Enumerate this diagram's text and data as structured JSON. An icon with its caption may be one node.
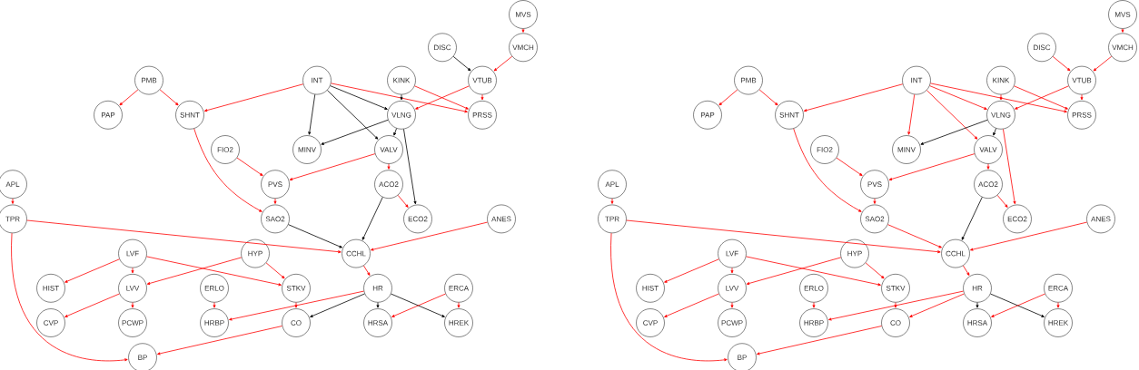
{
  "diagram": {
    "nodes": [
      {
        "text": [
          "MVS"
        ]
      },
      {
        "text": [
          "VMCH"
        ]
      },
      {
        "text": [
          "DISC"
        ]
      },
      {
        "text": [
          "VTUB"
        ]
      },
      {
        "text": [
          "KINK"
        ]
      },
      {
        "text": [
          "INT"
        ]
      },
      {
        "text": [
          "PMB"
        ]
      },
      {
        "text": [
          "PAP"
        ]
      },
      {
        "text": [
          "SHNT"
        ]
      },
      {
        "text": [
          "VLNG"
        ]
      },
      {
        "text": [
          "PRSS"
        ]
      },
      {
        "text": [
          "FIO2"
        ]
      },
      {
        "text": [
          "MINV"
        ]
      },
      {
        "text": [
          "VALV"
        ]
      },
      {
        "text": [
          "APL"
        ]
      },
      {
        "text": [
          "PVS"
        ]
      },
      {
        "text": [
          "ACO2"
        ]
      },
      {
        "text": [
          "TPR"
        ]
      },
      {
        "text": [
          "SAO2"
        ]
      },
      {
        "text": [
          "ECO2"
        ]
      },
      {
        "text": [
          "ANES"
        ]
      },
      {
        "text": [
          "LVF"
        ]
      },
      {
        "text": [
          "HYP"
        ]
      },
      {
        "text": [
          "CCHL"
        ]
      },
      {
        "text": [
          "HIST"
        ]
      },
      {
        "text": [
          "LVV"
        ]
      },
      {
        "text": [
          "ERLO"
        ]
      },
      {
        "text": [
          "STKV"
        ]
      },
      {
        "text": [
          "HR"
        ]
      },
      {
        "text": [
          "ERCA"
        ]
      },
      {
        "text": [
          "CVP"
        ]
      },
      {
        "text": [
          "PCWP"
        ]
      },
      {
        "text": [
          "HRBP"
        ]
      },
      {
        "text": [
          "CO"
        ]
      },
      {
        "text": [
          "HRSA"
        ]
      },
      {
        "text": [
          "HREK"
        ]
      },
      {
        "text": [
          "BP"
        ]
      },
      {
        "text": [
          "MVS"
        ]
      },
      {
        "text": [
          "VMCH"
        ]
      },
      {
        "text": [
          "DISC"
        ]
      },
      {
        "text": [
          "VTUB"
        ]
      },
      {
        "text": [
          "KINK"
        ]
      },
      {
        "text": [
          "INT"
        ]
      },
      {
        "text": [
          "PMB"
        ]
      },
      {
        "text": [
          "PAP"
        ]
      },
      {
        "text": [
          "SHNT"
        ]
      },
      {
        "text": [
          "VLNG"
        ]
      },
      {
        "text": [
          "PRSS"
        ]
      },
      {
        "text": [
          "FIO2"
        ]
      },
      {
        "text": [
          "MINV"
        ]
      },
      {
        "text": [
          "VALV"
        ]
      },
      {
        "text": [
          "APL"
        ]
      },
      {
        "text": [
          "PVS"
        ]
      },
      {
        "text": [
          "ACO2"
        ]
      },
      {
        "text": [
          "TPR"
        ]
      },
      {
        "text": [
          "SAO2"
        ]
      },
      {
        "text": [
          "ECO2"
        ]
      },
      {
        "text": [
          "ANES"
        ]
      },
      {
        "text": [
          "LVF"
        ]
      },
      {
        "text": [
          "HYP"
        ]
      },
      {
        "text": [
          "CCHL"
        ]
      },
      {
        "text": [
          "HIST"
        ]
      },
      {
        "text": [
          "LVV"
        ]
      },
      {
        "text": [
          "ERLO"
        ]
      },
      {
        "text": [
          "STKV"
        ]
      },
      {
        "text": [
          "HR"
        ]
      },
      {
        "text": [
          "ERCA"
        ]
      },
      {
        "text": [
          "CVP"
        ]
      },
      {
        "text": [
          "PCWP"
        ]
      },
      {
        "text": [
          "HRBP"
        ]
      },
      {
        "text": [
          "CO"
        ]
      },
      {
        "text": [
          "HRSA"
        ]
      },
      {
        "text": [
          "HREK"
        ]
      },
      {
        "text": [
          "BP"
        ]
      }
    ],
    "edges": [
      {
        "from": 0,
        "to": 1,
        "arrow": "to"
      },
      {
        "from": 2,
        "to": 3,
        "arrow": "to",
        "color": "#000000"
      },
      {
        "from": 1,
        "to": 3,
        "arrow": "to"
      },
      {
        "from": 6,
        "to": 7,
        "arrow": "to"
      },
      {
        "from": 6,
        "to": 8,
        "arrow": "to"
      },
      {
        "from": 5,
        "to": 8,
        "arrow": "to"
      },
      {
        "from": 5,
        "to": 10,
        "arrow": "to"
      },
      {
        "from": 5,
        "to": 9,
        "arrow": "to",
        "color": "#000000"
      },
      {
        "from": 5,
        "to": 12,
        "arrow": "to",
        "color": "#000000"
      },
      {
        "from": 5,
        "to": 13,
        "arrow": "to",
        "color": "#000000"
      },
      {
        "from": 4,
        "to": 9,
        "arrow": "to",
        "color": "#000000"
      },
      {
        "from": 4,
        "to": 10,
        "arrow": "to"
      },
      {
        "from": 3,
        "to": 9,
        "arrow": "to"
      },
      {
        "from": 3,
        "to": 10,
        "arrow": "to"
      },
      {
        "from": 9,
        "to": 12,
        "arrow": "to",
        "color": "#000000"
      },
      {
        "from": 9,
        "to": 13,
        "arrow": "to",
        "color": "#000000"
      },
      {
        "from": 9,
        "to": 19,
        "arrow": "to",
        "color": "#000000"
      },
      {
        "from": 11,
        "to": 15,
        "arrow": "to"
      },
      {
        "from": 13,
        "to": 15,
        "arrow": "to"
      },
      {
        "from": 13,
        "to": 16,
        "arrow": "to"
      },
      {
        "from": 8,
        "to": 18,
        "arrow": "to"
      },
      {
        "from": 15,
        "to": 18,
        "arrow": "to"
      },
      {
        "from": 16,
        "to": 19,
        "arrow": "to"
      },
      {
        "from": 16,
        "to": 23,
        "arrow": "to",
        "color": "#000000"
      },
      {
        "from": 18,
        "to": 23,
        "arrow": "to",
        "color": "#000000"
      },
      {
        "from": 14,
        "to": 17,
        "arrow": "to"
      },
      {
        "from": 17,
        "to": 23,
        "arrow": "to"
      },
      {
        "from": 17,
        "to": 36,
        "arrow": "to"
      },
      {
        "from": 20,
        "to": 23,
        "arrow": "to"
      },
      {
        "from": 23,
        "to": 28,
        "arrow": "to"
      },
      {
        "from": 21,
        "to": 24,
        "arrow": "to"
      },
      {
        "from": 21,
        "to": 25,
        "arrow": "to"
      },
      {
        "from": 21,
        "to": 27,
        "arrow": "to"
      },
      {
        "from": 22,
        "to": 25,
        "arrow": "to"
      },
      {
        "from": 22,
        "to": 27,
        "arrow": "to"
      },
      {
        "from": 25,
        "to": 30,
        "arrow": "to"
      },
      {
        "from": 25,
        "to": 31,
        "arrow": "to"
      },
      {
        "from": 26,
        "to": 32,
        "arrow": "to"
      },
      {
        "from": 27,
        "to": 33,
        "arrow": "to"
      },
      {
        "from": 28,
        "to": 32,
        "arrow": "to"
      },
      {
        "from": 28,
        "to": 33,
        "arrow": "to",
        "color": "#000000"
      },
      {
        "from": 28,
        "to": 34,
        "arrow": "to",
        "color": "#000000"
      },
      {
        "from": 28,
        "to": 35,
        "arrow": "to",
        "color": "#000000"
      },
      {
        "from": 29,
        "to": 34,
        "arrow": "to"
      },
      {
        "from": 29,
        "to": 35,
        "arrow": "to"
      },
      {
        "from": 33,
        "to": 36,
        "arrow": "to"
      },
      {
        "from": 37,
        "to": 38,
        "arrow": "to"
      },
      {
        "from": 39,
        "to": 40,
        "arrow": "to"
      },
      {
        "from": 38,
        "to": 40,
        "arrow": "to"
      },
      {
        "from": 43,
        "to": 44,
        "arrow": "to"
      },
      {
        "from": 43,
        "to": 45,
        "arrow": "to"
      },
      {
        "from": 42,
        "to": 45,
        "arrow": "to"
      },
      {
        "from": 42,
        "to": 47,
        "arrow": "to"
      },
      {
        "from": 42,
        "to": 46,
        "arrow": "to"
      },
      {
        "from": 42,
        "to": 49,
        "arrow": "to"
      },
      {
        "from": 42,
        "to": 50,
        "arrow": "to"
      },
      {
        "from": 41,
        "to": 46,
        "arrow": "to"
      },
      {
        "from": 41,
        "to": 47,
        "arrow": "to"
      },
      {
        "from": 40,
        "to": 46,
        "arrow": "to"
      },
      {
        "from": 40,
        "to": 47,
        "arrow": "to"
      },
      {
        "from": 46,
        "to": 49,
        "arrow": "to",
        "color": "#000000"
      },
      {
        "from": 46,
        "to": 50,
        "arrow": "to",
        "color": "#000000"
      },
      {
        "from": 46,
        "to": 56,
        "arrow": "to"
      },
      {
        "from": 48,
        "to": 52,
        "arrow": "to"
      },
      {
        "from": 50,
        "to": 52,
        "arrow": "to"
      },
      {
        "from": 50,
        "to": 53,
        "arrow": "to"
      },
      {
        "from": 45,
        "to": 55,
        "arrow": "to"
      },
      {
        "from": 52,
        "to": 55,
        "arrow": "to"
      },
      {
        "from": 53,
        "to": 56,
        "arrow": "to"
      },
      {
        "from": 53,
        "to": 60,
        "arrow": "to",
        "color": "#000000"
      },
      {
        "from": 55,
        "to": 60,
        "arrow": "to"
      },
      {
        "from": 51,
        "to": 54,
        "arrow": "to"
      },
      {
        "from": 54,
        "to": 60,
        "arrow": "to"
      },
      {
        "from": 54,
        "to": 73,
        "arrow": "to"
      },
      {
        "from": 57,
        "to": 60,
        "arrow": "to"
      },
      {
        "from": 60,
        "to": 65,
        "arrow": "to"
      },
      {
        "from": 58,
        "to": 61,
        "arrow": "to"
      },
      {
        "from": 58,
        "to": 62,
        "arrow": "to"
      },
      {
        "from": 58,
        "to": 64,
        "arrow": "to"
      },
      {
        "from": 59,
        "to": 62,
        "arrow": "to"
      },
      {
        "from": 59,
        "to": 64,
        "arrow": "to"
      },
      {
        "from": 62,
        "to": 67,
        "arrow": "to"
      },
      {
        "from": 62,
        "to": 68,
        "arrow": "to"
      },
      {
        "from": 63,
        "to": 69,
        "arrow": "to"
      },
      {
        "from": 64,
        "to": 70,
        "arrow": "to"
      },
      {
        "from": 65,
        "to": 69,
        "arrow": "to"
      },
      {
        "from": 65,
        "to": 70,
        "arrow": "to"
      },
      {
        "from": 65,
        "to": 71,
        "arrow": "to",
        "color": "#000000"
      },
      {
        "from": 65,
        "to": 72,
        "arrow": "to",
        "color": "#000000"
      },
      {
        "from": 66,
        "to": 71,
        "arrow": "to"
      },
      {
        "from": 66,
        "to": 72,
        "arrow": "to"
      },
      {
        "from": 70,
        "to": 73,
        "arrow": "to"
      }
    ]
  }
}
